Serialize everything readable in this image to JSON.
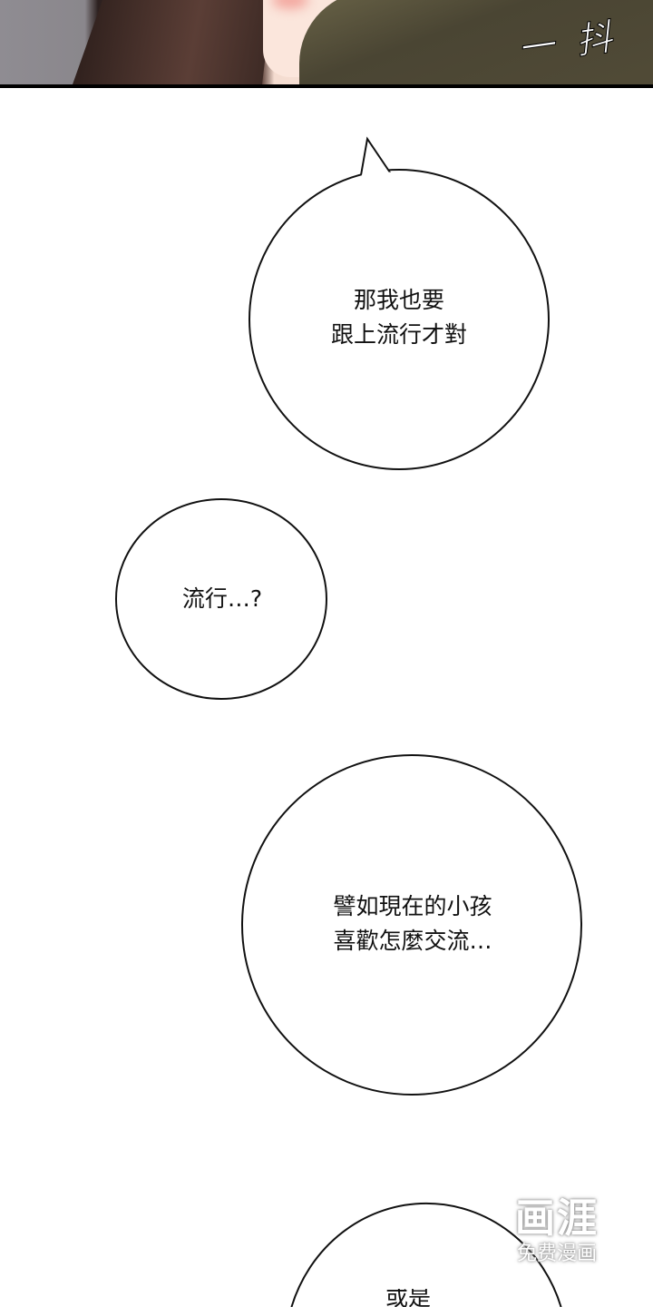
{
  "panel": {
    "sfx": "一 抖"
  },
  "bubbles": [
    {
      "lines": "那我也要\n跟上流行才對"
    },
    {
      "lines": "流行…?"
    },
    {
      "lines": "譬如現在的小孩\n喜歡怎麼交流…"
    },
    {
      "lines": "或是"
    }
  ],
  "watermark": {
    "brand": "画涯",
    "tagline": "免费漫画"
  }
}
